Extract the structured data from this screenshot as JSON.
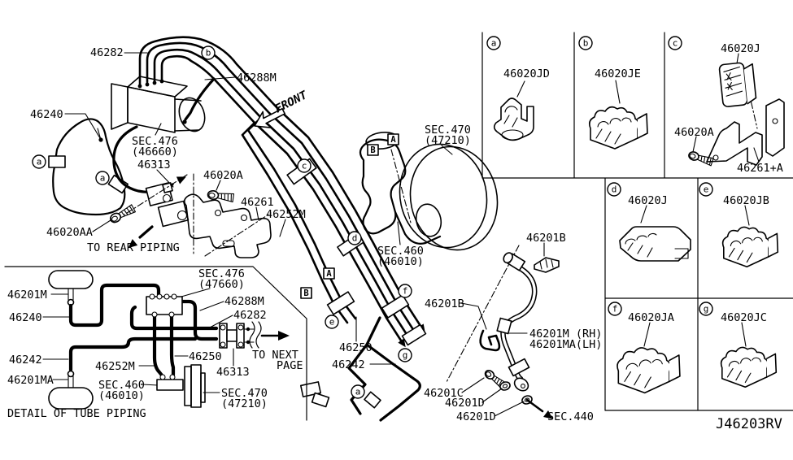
{
  "figure_code": "J46203RV",
  "colors": {
    "ink": "#000000",
    "bg": "#ffffff"
  },
  "main": {
    "p46282": "46282",
    "p46288M": "46288M",
    "p46240": "46240",
    "sec476_line1": "SEC.476",
    "sec476_line2": "(46660)",
    "p46313": "46313",
    "p46020A": "46020A",
    "p46020AA": "46020AA",
    "to_rear_piping": "TO REAR PIPING",
    "p46261": "46261",
    "p46252M": "46252M",
    "front": "FRONT",
    "sec470_line1": "SEC.470",
    "sec470_line2": "(47210)",
    "sec460_line1": "SEC.460",
    "sec460_line2": "(46010)",
    "p46201B_1": "46201B",
    "p46201B_2": "46201B",
    "p46250": "46250",
    "p46242": "46242",
    "p46201M_rh": "46201M (RH)",
    "p46201MA_lh": "46201MA(LH)",
    "p46201C": "46201C",
    "p46201D_1": "46201D",
    "p46201D_2": "46201D",
    "sec440": "SEC.440",
    "to_next_line1": "TO NEXT",
    "to_next_line2": "PAGE"
  },
  "detail": {
    "caption": "DETAIL OF TUBE PIPING",
    "p46201M": "46201M",
    "p46240": "46240",
    "p46242": "46242",
    "p46201MA": "46201MA",
    "sec476_line1": "SEC.476",
    "sec476_line2": "(47660)",
    "p46288M": "46288M",
    "p46282": "46282",
    "p46250": "46250",
    "p46252M": "46252M",
    "p46313": "46313",
    "sec460_line1": "SEC.460",
    "sec460_line2": "(46010)",
    "sec470_line1": "SEC.470",
    "sec470_line2": "(47210)"
  },
  "panel": {
    "cells": [
      {
        "letter": "a",
        "part": "46020JD"
      },
      {
        "letter": "b",
        "part": "46020JE"
      },
      {
        "letter": "c",
        "part": "46020J",
        "part2": "46020A",
        "part3": "46261+A"
      },
      {
        "letter": "d",
        "part": "46020J"
      },
      {
        "letter": "e",
        "part": "46020JB"
      },
      {
        "letter": "f",
        "part": "46020JA"
      },
      {
        "letter": "g",
        "part": "46020JC"
      }
    ]
  },
  "callouts": {
    "a": "a",
    "b": "b",
    "c": "c",
    "d": "d",
    "e": "e",
    "f": "f",
    "g": "g"
  },
  "markers": {
    "A": "A",
    "B": "B"
  }
}
